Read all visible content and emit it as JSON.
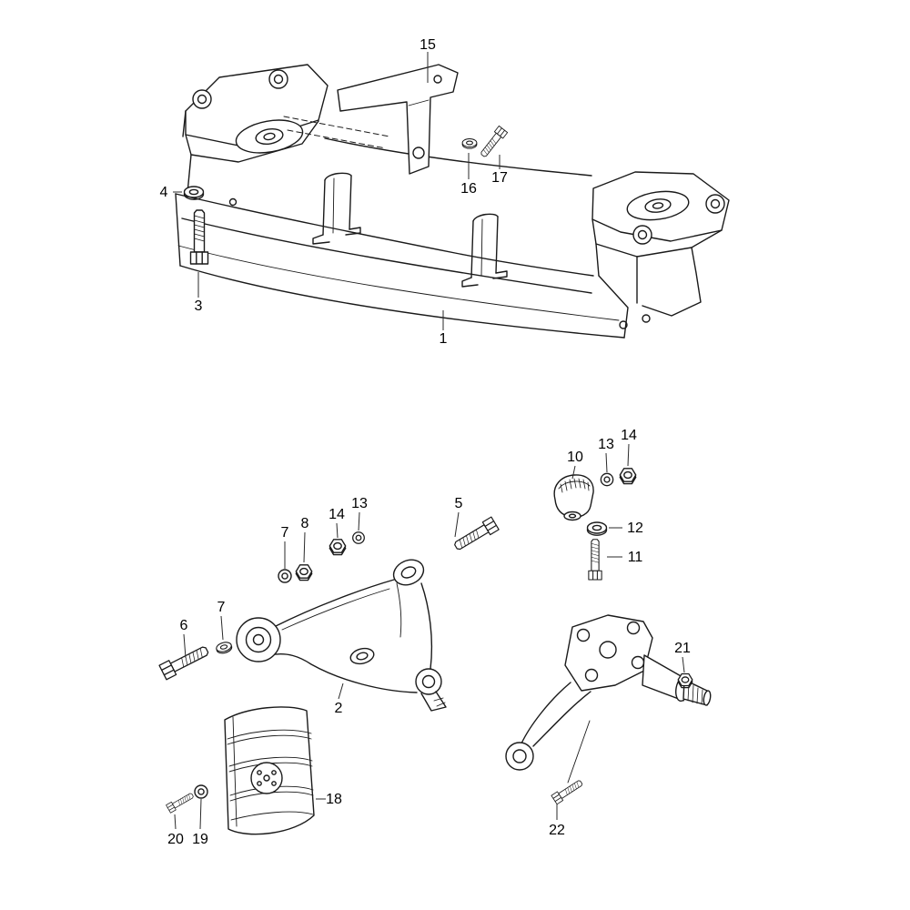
{
  "figure": {
    "background_color": "#ffffff",
    "line_color": "#1a1a1a",
    "label_color": "#000000"
  },
  "callouts": {
    "c1": "1",
    "c2": "2",
    "c3": "3",
    "c4": "4",
    "c5": "5",
    "c6": "6",
    "c7a": "7",
    "c7b": "7",
    "c8": "8",
    "c10": "10",
    "c11": "11",
    "c12": "12",
    "c13a": "13",
    "c13b": "13",
    "c14a": "14",
    "c14b": "14",
    "c15": "15",
    "c16": "16",
    "c17": "17",
    "c18": "18",
    "c19": "19",
    "c20": "20",
    "c21": "21",
    "c22": "22"
  }
}
